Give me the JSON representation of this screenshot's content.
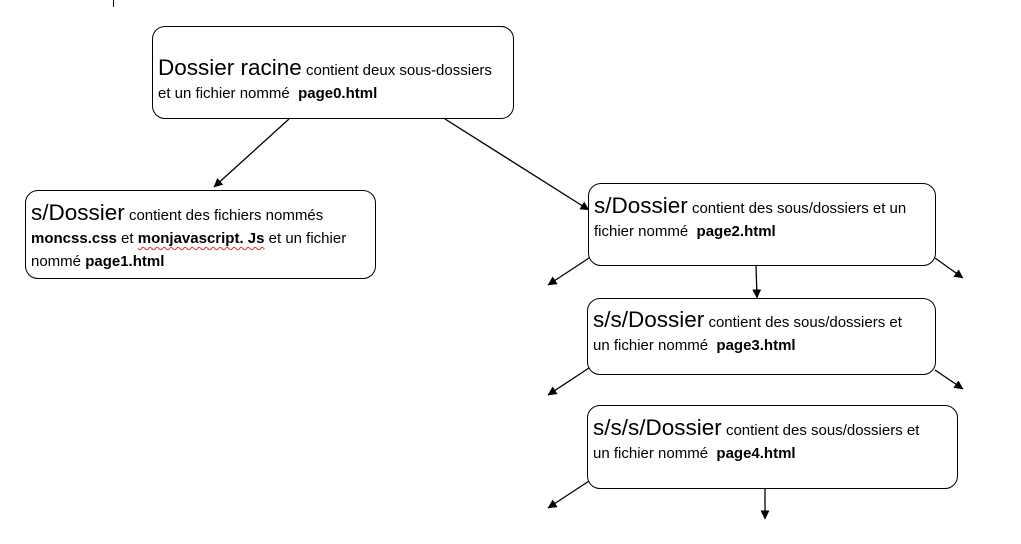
{
  "root": {
    "title": "Dossier racine",
    "desc_1": " contient deux sous-dossiers",
    "desc_2": "et un fichier nommé",
    "file": "page0.html"
  },
  "left": {
    "title": "s/Dossier",
    "desc_1": " contient  des fichiers  nommés",
    "file_css": "moncss.css",
    "and_1": "  et ",
    "file_js": "monjavascript. Js",
    "desc_2": " et un fichier",
    "desc_3": "nommé ",
    "file": "page1.html"
  },
  "level1": {
    "title": "s/Dossier",
    "desc_1": " contient des sous/dossiers et un",
    "desc_2": "fichier nommé",
    "file": "page2.html"
  },
  "level2": {
    "title": "s/s/Dossier",
    "desc_1": " contient des sous/dossiers et",
    "desc_2": "un fichier nommé",
    "file": "page3.html"
  },
  "level3": {
    "title": "s/s/s/Dossier",
    "desc_1": " contient des sous/dossiers et",
    "desc_2": "un fichier nommé",
    "file": "page4.html"
  }
}
